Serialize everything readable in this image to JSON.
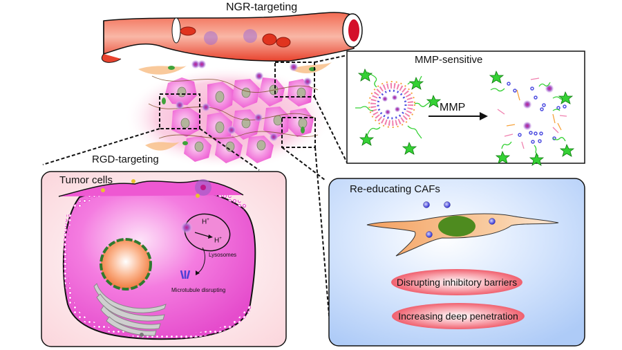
{
  "figure": {
    "top_label": "NGR-targeting",
    "mmp_panel": {
      "title": "MMP-sensitive",
      "arrow_label": "MMP"
    },
    "rgd_panel": {
      "title": "RGD-targeting",
      "cell_label": "Tumor cells",
      "proton_label_1": "H+",
      "proton_label_2": "H+",
      "lysosome_label": "Lysosomes",
      "microtubule_label": "Microtubule disrupting"
    },
    "caf_panel": {
      "title": "Re-educating CAFs",
      "effects": [
        "Disrupting inhibitory barriers",
        "Increasing deep penetration"
      ]
    }
  },
  "colors": {
    "vessel": "#e8432e",
    "tumor_cell": "#f06ad8",
    "caf_panel_bg": "#b9d4fb",
    "caf_cell": "#f6b27a",
    "caf_nucleus": "#4e8b1f",
    "pill": "#f0606e",
    "peg": "#35d135",
    "lipid_pink": "#f07fae",
    "lipid_orange": "#f6a23a",
    "lipid_blue": "#4d4de0"
  }
}
